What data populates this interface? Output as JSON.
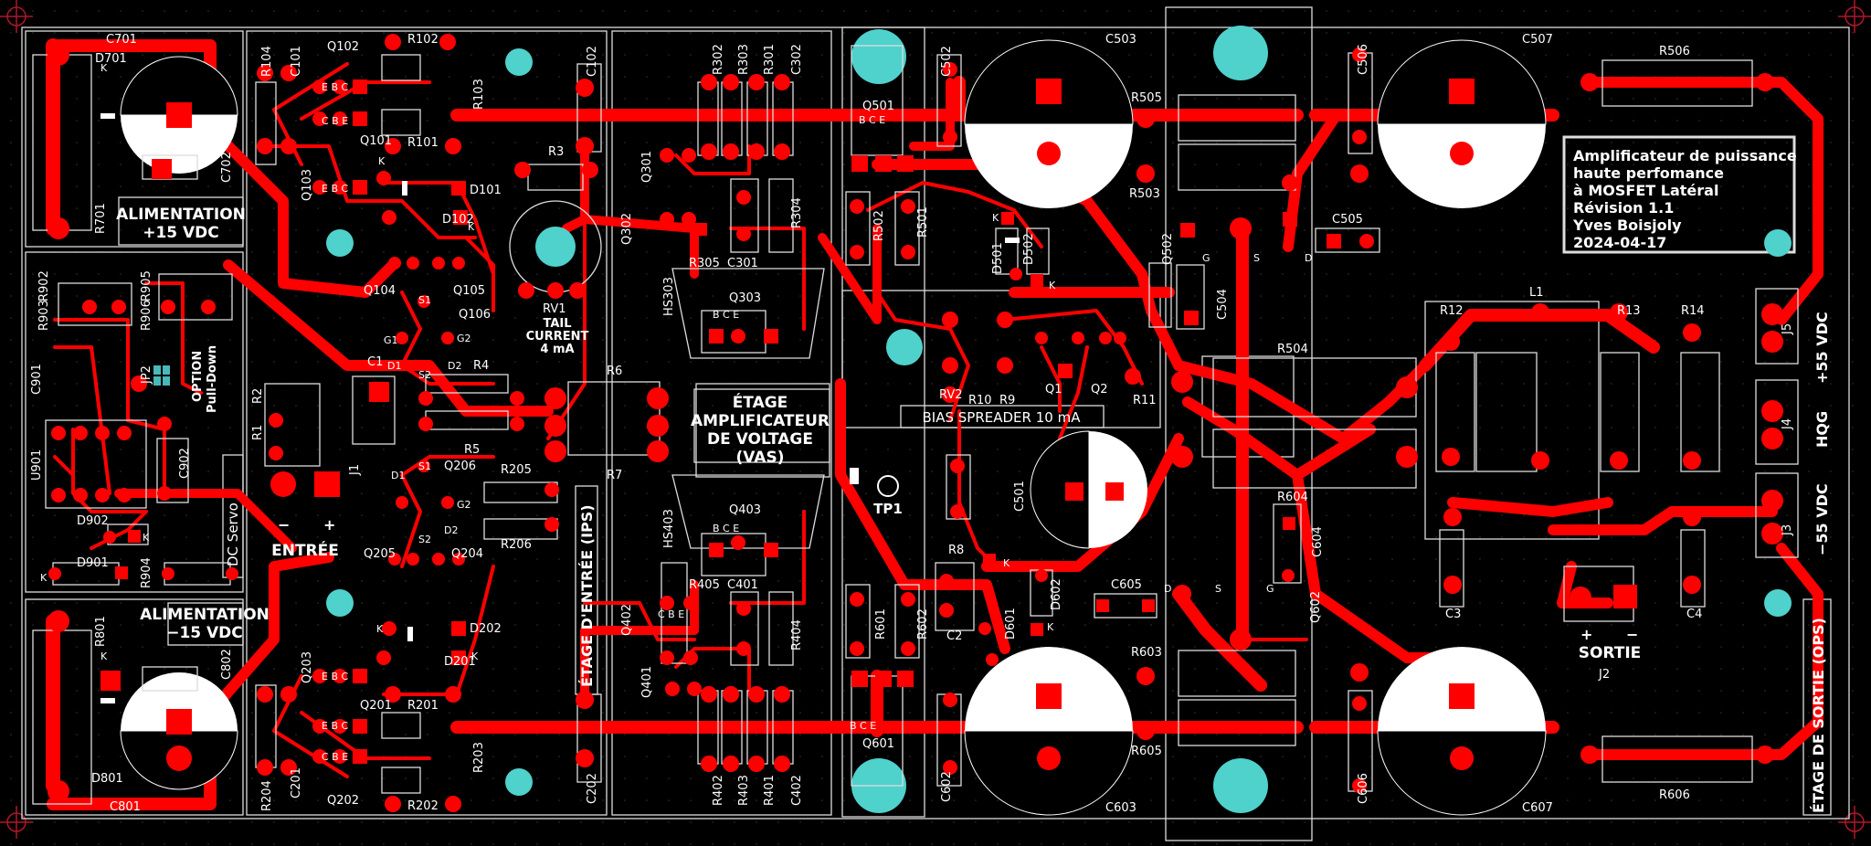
{
  "colors": {
    "background": "#000000",
    "copper": "#ff0000",
    "silkscreen": "#ffffff",
    "mounting_hole": "#4fd1cc",
    "jumper_pad": "#49b8b8",
    "grid": "#3a3a3a"
  },
  "title_block": {
    "line1": "Amplificateur de puissance",
    "line2": "haute perfomance",
    "line3": "à MOSFET Latéral",
    "line4": "Révision 1.1",
    "line5": "Yves Boisjoly",
    "line6": "2024-04-17"
  },
  "section_labels": {
    "supply_pos_line1": "ALIMENTATION",
    "supply_pos_line2": "+15 VDC",
    "supply_neg_line1": "ALIMENTATION",
    "supply_neg_line2": "−15 VDC",
    "vas_line1": "ÉTAGE",
    "vas_line2": "AMPLIFICATEUR",
    "vas_line3": "DE VOLTAGE",
    "vas_line4": "(VAS)",
    "ips": "ÉTAGE D'ENTRÉE (IPS)",
    "ops": "ÉTAGE DE SORTIE (OPS)",
    "dc_servo": "DC Servo",
    "bias_spreader": "BIAS SPREADER 10 mA",
    "tail_line1": "TAIL",
    "tail_line2": "CURRENT",
    "tail_line3": "4 mA",
    "option_line1": "OPTION",
    "option_line2": "Pull-Down",
    "entree": "ENTRÉE",
    "sortie": "SORTIE",
    "tp1": "TP1",
    "j5_label": "+55 VDC",
    "j4_label": "HQG",
    "j3_label": "−55 VDC"
  },
  "designators": {
    "C701": "C701",
    "D701": "D701",
    "R701": "R701",
    "C702": "C702",
    "C801": "C801",
    "D801": "D801",
    "R801": "R801",
    "C802": "C802",
    "R104": "R104",
    "C101": "C101",
    "Q102": "Q102",
    "R102": "R102",
    "R103": "R103",
    "Q101": "Q101",
    "R101": "R101",
    "Q103": "Q103",
    "D101": "D101",
    "D102": "D102",
    "C102": "C102",
    "R204": "R204",
    "C201": "C201",
    "Q203": "Q203",
    "Q201": "Q201",
    "R201": "R201",
    "Q202": "Q202",
    "R202": "R202",
    "R203": "R203",
    "D201": "D201",
    "D202": "D202",
    "C202": "C202",
    "Q104": "Q104",
    "Q105": "Q105",
    "Q106": "Q106",
    "Q204": "Q204",
    "Q205": "Q205",
    "Q206": "Q206",
    "R3": "R3",
    "RV1": "RV1",
    "C1": "C1",
    "R4": "R4",
    "R5": "R5",
    "R6": "R6",
    "R7": "R7",
    "R205": "R205",
    "R206": "R206",
    "R1": "R1",
    "R2": "R2",
    "J1": "J1",
    "R902": "R902",
    "R903": "R903",
    "R905": "R905",
    "R906": "R906",
    "C901": "C901",
    "U901": "U901",
    "C902": "C902",
    "JP2": "JP2",
    "D902": "D902",
    "D901": "D901",
    "R904": "R904",
    "R302": "R302",
    "R303": "R303",
    "R301": "R301",
    "C302": "C302",
    "Q301": "Q301",
    "Q302": "Q302",
    "R304": "R304",
    "R305": "R305",
    "C301": "C301",
    "Q303": "Q303",
    "HS303": "HS303",
    "HS403": "HS403",
    "Q403": "Q403",
    "R405": "R405",
    "C401": "C401",
    "Q402": "Q402",
    "Q401": "Q401",
    "R404": "R404",
    "R402": "R402",
    "R403": "R403",
    "R401": "R401",
    "C402": "C402",
    "Q501": "Q501",
    "C502": "C502",
    "R502": "R502",
    "R501": "R501",
    "D501": "D501",
    "D502": "D502",
    "RV2": "RV2",
    "R10": "R10",
    "R9": "R9",
    "Q1": "Q1",
    "Q2": "Q2",
    "R11": "R11",
    "R8": "R8",
    "C2": "C2",
    "D601": "D601",
    "D602": "D602",
    "R601": "R601",
    "R602": "R602",
    "Q601": "Q601",
    "C602": "C602",
    "C501": "C501",
    "C503": "C503",
    "R505": "R505",
    "R503": "R503",
    "Q502": "Q502",
    "C504": "C504",
    "C506": "C506",
    "C507": "C507",
    "R506": "R506",
    "C505": "C505",
    "R504": "R504",
    "R604": "R604",
    "C604": "C604",
    "C605": "C605",
    "Q602": "Q602",
    "R603": "R603",
    "R605": "R605",
    "C603": "C603",
    "C606": "C606",
    "C607": "C607",
    "R606": "R606",
    "R12": "R12",
    "L1": "L1",
    "R13": "R13",
    "R14": "R14",
    "C3": "C3",
    "C4": "C4",
    "J2": "J2",
    "J3": "J3",
    "J4": "J4",
    "J5": "J5"
  },
  "pin_labels": {
    "ebc": "E B C",
    "cbe": "C B E",
    "bce": "B C E",
    "k": "K",
    "g": "G",
    "s": "S",
    "d": "D",
    "s1": "S1",
    "s2": "S2",
    "g1": "G1",
    "g2": "G2",
    "d1": "D1",
    "d2": "D2",
    "minus": "−",
    "plus": "+"
  }
}
